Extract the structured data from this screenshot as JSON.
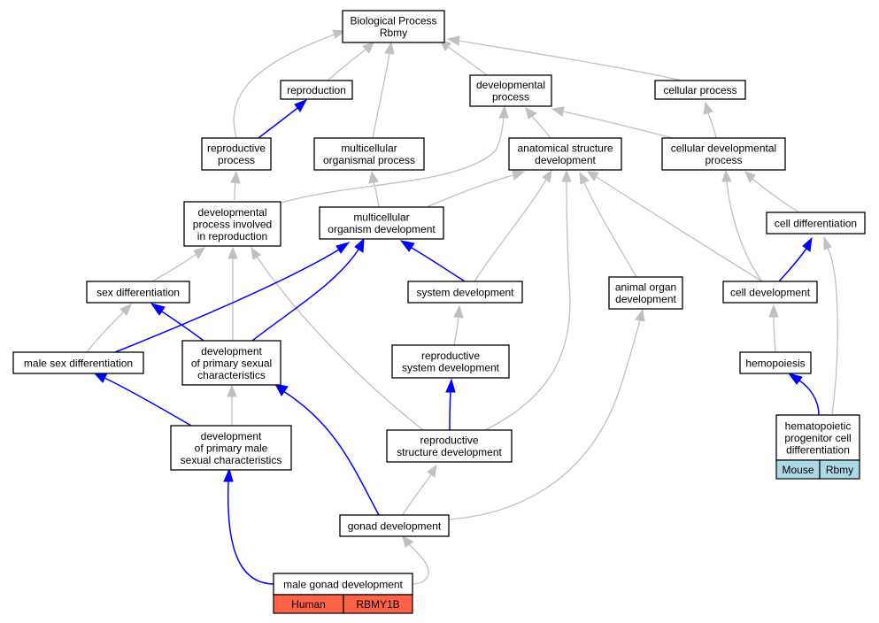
{
  "colors": {
    "edge_is_a": "#c0c0c0",
    "edge_part_of": "#0000ff",
    "human_cell": "#ff6347",
    "mouse_cell": "#add8e6"
  },
  "nodes": {
    "bp_root": [
      "Biological Process",
      "Rbmy"
    ],
    "reproduction": [
      "reproduction"
    ],
    "developmental_process": [
      "developmental",
      "process"
    ],
    "cellular_process": [
      "cellular process"
    ],
    "reproductive_process": [
      "reproductive",
      "process"
    ],
    "multicellular_organismal_process": [
      "multicellular",
      "organismal process"
    ],
    "anatomical_structure_development": [
      "anatomical structure",
      "development"
    ],
    "cellular_developmental_process": [
      "cellular developmental",
      "process"
    ],
    "developmental_process_involved_in_reproduction": [
      "developmental",
      "process involved",
      "in reproduction"
    ],
    "multicellular_organism_development": [
      "multicellular",
      "organism development"
    ],
    "cell_differentiation": [
      "cell differentiation"
    ],
    "sex_differentiation": [
      "sex differentiation"
    ],
    "system_development": [
      "system development"
    ],
    "animal_organ_development": [
      "animal organ",
      "development"
    ],
    "cell_development": [
      "cell development"
    ],
    "male_sex_differentiation": [
      "male sex differentiation"
    ],
    "development_of_primary_sexual_characteristics": [
      "development",
      "of primary sexual",
      "characteristics"
    ],
    "reproductive_system_development": [
      "reproductive",
      "system development"
    ],
    "hemopoiesis": [
      "hemopoiesis"
    ],
    "development_of_primary_male_sexual_characteristics": [
      "development",
      "of primary male",
      "sexual characteristics"
    ],
    "reproductive_structure_development": [
      "reproductive",
      "structure development"
    ],
    "hematopoietic_progenitor_cell_differentiation": [
      "hematopoietic",
      "progenitor cell",
      "differentiation"
    ],
    "gonad_development": [
      "gonad development"
    ],
    "male_gonad_development": [
      "male gonad development"
    ]
  },
  "annotations": {
    "male_gonad_development": [
      "Human",
      "RBMY1B"
    ],
    "hematopoietic_progenitor_cell_differentiation": [
      "Mouse",
      "Rbmy"
    ]
  }
}
